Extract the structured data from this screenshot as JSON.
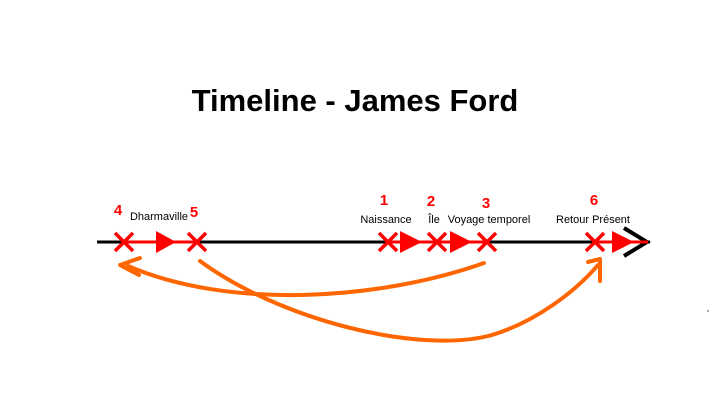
{
  "title": "Timeline - James Ford",
  "colors": {
    "axis": "#000000",
    "marker": "#ff0000",
    "jump_arrow": "#ff6600",
    "background": "#ffffff"
  },
  "events": [
    {
      "number": "4",
      "label": "Dharmaville"
    },
    {
      "number": "5",
      "label": ""
    },
    {
      "number": "1",
      "label": "Naissance"
    },
    {
      "number": "2",
      "label": "Île"
    },
    {
      "number": "3",
      "label": "Voyage temporel"
    },
    {
      "number": "6",
      "label": "Retour Présent"
    }
  ],
  "jumps": [
    {
      "from": "3",
      "to": "4"
    },
    {
      "from": "5",
      "to": "6"
    }
  ]
}
